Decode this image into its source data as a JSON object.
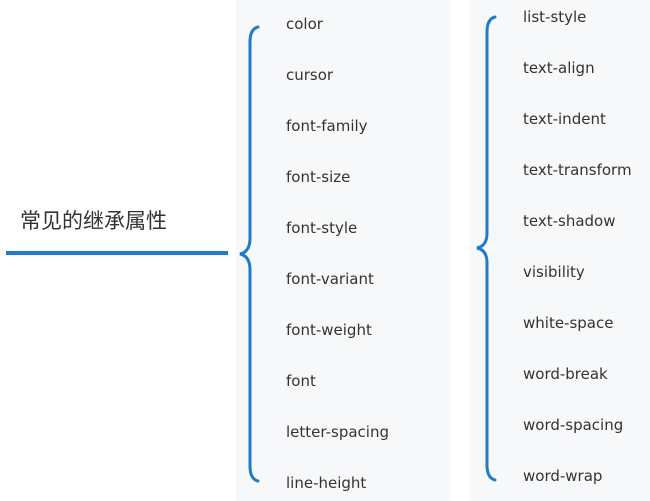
{
  "title": "常见的继承属性",
  "colors": {
    "accent": "#1f7cc9",
    "text": "#333333",
    "panel": "#f7f8fa"
  },
  "groups": [
    {
      "items": [
        "color",
        "cursor",
        "font-family",
        "font-size",
        "font-style",
        "font-variant",
        "font-weight",
        "font",
        "letter-spacing",
        "line-height"
      ]
    },
    {
      "items": [
        "list-style",
        "text-align",
        "text-indent",
        "text-transform",
        "text-shadow",
        "visibility",
        "white-space",
        "word-break",
        "word-spacing",
        "word-wrap"
      ]
    }
  ]
}
